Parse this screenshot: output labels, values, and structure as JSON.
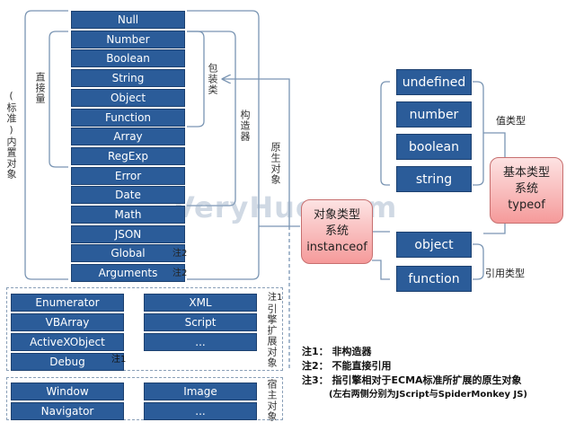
{
  "builtin_objects": [
    "Null",
    "Number",
    "Boolean",
    "String",
    "Object",
    "Function",
    "Array",
    "RegExp",
    "Error",
    "Date",
    "Math",
    "JSON",
    "Global",
    "Arguments"
  ],
  "labels": {
    "standard_builtin": "(标准)内置对象",
    "direct_quantity": "直接量",
    "wrapper_class": "包装类",
    "constructor": "构造器",
    "native_object": "原生对象",
    "engine_extension": "引擎扩展对象",
    "host_object": "宿主对象",
    "value_type": "值类型",
    "reference_type": "引用类型"
  },
  "markers": {
    "global": "注2",
    "arguments": "注2",
    "debug": "注1",
    "xml": "注1"
  },
  "engine_left": [
    "Enumerator",
    "VBArray",
    "ActiveXObject",
    "Debug"
  ],
  "engine_right": [
    "XML",
    "Script",
    "..."
  ],
  "host_left": [
    "Window",
    "Navigator"
  ],
  "host_right": [
    "Image",
    "..."
  ],
  "value_types": [
    "undefined",
    "number",
    "boolean",
    "string"
  ],
  "reference_types": [
    "object",
    "function"
  ],
  "basic_type_system": {
    "line1": "基本类型",
    "line2": "系统",
    "line3": "typeof"
  },
  "object_type_system": {
    "line1": "对象类型",
    "line2": "系统",
    "line3": "instanceof"
  },
  "notes": {
    "note1": "注1：  非构造器",
    "note2": "注2：  不能直接引用",
    "note3_a": "注3：  指引擎相对于ECMA标准所扩展的原生对象",
    "note3_b": "(左右两侧分别为JScript与SpiderMonkey JS)"
  },
  "watermark": "VeryHuo.com"
}
